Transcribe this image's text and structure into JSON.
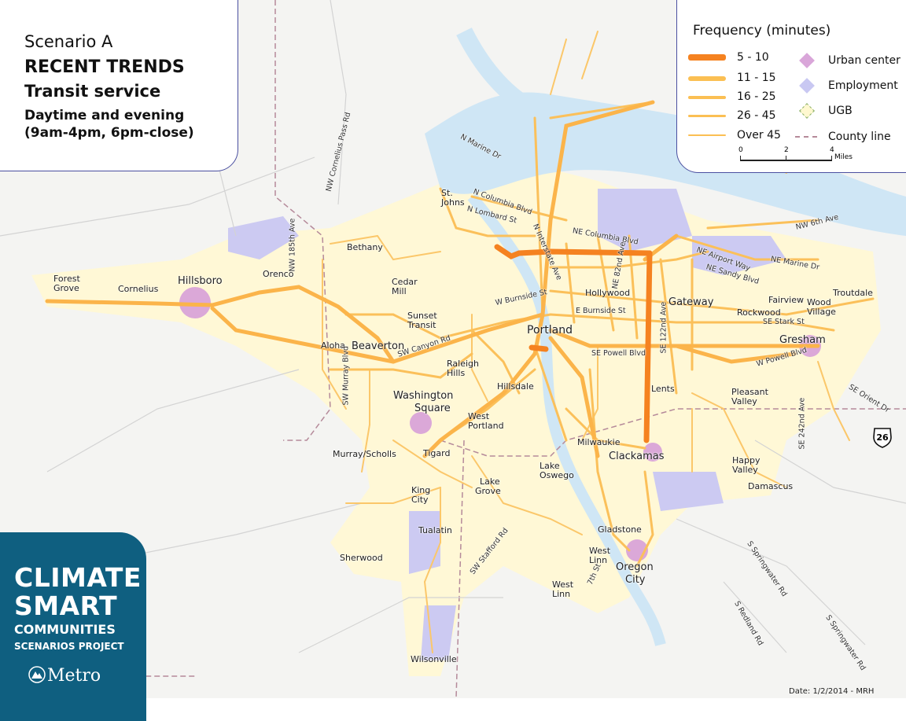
{
  "title": {
    "scenario": "Scenario A",
    "trends": "RECENT TRENDS",
    "service": "Transit service",
    "period_line1": "Daytime and evening",
    "period_line2": "(9am-4pm, 6pm-close)"
  },
  "legend": {
    "heading": "Frequency (minutes)",
    "freq": [
      "5 - 10",
      "11 - 15",
      "16 - 25",
      "26 - 45",
      "Over 45"
    ],
    "symbols": [
      "Urban center",
      "Employment",
      "UGB",
      "County line"
    ],
    "scale": [
      "0",
      "2",
      "4",
      "Miles"
    ]
  },
  "colors": {
    "freq_5_10": "#f58220",
    "freq_other": "#fbbf53",
    "urban_center": "#d9a6d9",
    "employment": "#c9c8f2",
    "ugb": "#fff8d0",
    "county_line": "#b58a9a",
    "water": "#cde6f5",
    "brand": "#0f5f80",
    "panel_border": "#4a4fa0"
  },
  "places": {
    "forest_grove_1": "Forest",
    "forest_grove_2": "Grove",
    "cornelius": "Cornelius",
    "hillsboro": "Hillsboro",
    "orenco": "Orenco",
    "bethany": "Bethany",
    "cedar_1": "Cedar",
    "cedar_2": "Mill",
    "sunset_1": "Sunset",
    "sunset_2": "Transit",
    "aloha": "Aloha",
    "beaverton": "Beaverton",
    "raleigh_1": "Raleigh",
    "raleigh_2": "Hills",
    "hillsdale": "Hillsdale",
    "washsq_1": "Washington",
    "washsq_2": "Square",
    "westportland_1": "West",
    "westportland_2": "Portland",
    "murray_scholls": "Murray/Scholls",
    "tigard": "Tigard",
    "lakegrove_1": "Lake",
    "lakegrove_2": "Grove",
    "lakeoswego_1": "Lake",
    "lakeoswego_2": "Oswego",
    "kingcity_1": "King",
    "kingcity_2": "City",
    "tualatin": "Tualatin",
    "sherwood": "Sherwood",
    "wilsonville": "Wilsonville",
    "stjohns_1": "St.",
    "stjohns_2": "Johns",
    "portland": "Portland",
    "hollywood": "Hollywood",
    "gateway": "Gateway",
    "fairview": "Fairview",
    "woodvillage_1": "Wood",
    "woodvillage_2": "Village",
    "troutdale": "Troutdale",
    "rockwood": "Rockwood",
    "gresham": "Gresham",
    "lents": "Lents",
    "pleasant_1": "Pleasant",
    "pleasant_2": "Valley",
    "milwaukie": "Milwaukie",
    "clackamas": "Clackamas",
    "happy_1": "Happy",
    "happy_2": "Valley",
    "damascus": "Damascus",
    "gladstone": "Gladstone",
    "westlinn_a1": "West",
    "westlinn_a2": "Linn",
    "westlinn_b1": "West",
    "westlinn_b2": "Linn",
    "oregon_1": "Oregon",
    "oregon_2": "City"
  },
  "roads": {
    "cornelius_pass": "NW Cornelius Pass Rd",
    "marine": "N Marine Dr",
    "columbia": "N Columbia Blvd",
    "lombard": "N Lombard St",
    "interstate": "N Interstate Ave",
    "ne_columbia": "NE Columbia Blvd",
    "nw185": "NW 185th Ave",
    "airport": "NE Airport Way",
    "ne_marine": "NE Marine Dr",
    "sandy": "NE Sandy Blvd",
    "sixth": "NW 6th Ave",
    "ne82": "NE 82nd Ave",
    "burnside_w": "W Burnside St",
    "burnside_e": "E Burnside St",
    "stark": "SE Stark St",
    "canyon": "SW Canyon Rd",
    "powell": "SE Powell Blvd",
    "se122": "SE 122nd Ave",
    "w_powell": "W Powell Blvd",
    "orient": "SE Orient Dr",
    "murray": "SW Murray Blvd",
    "se242": "SE 242nd Ave",
    "stafford": "SW Stafford Rd",
    "seventh": "7th St",
    "springwater1": "S Springwater Rd",
    "springwater2": "S Springwater Rd",
    "redland": "S Redland Rd"
  },
  "shield": "26",
  "brand": {
    "line1": "CLIMATE",
    "line2": "SMART",
    "line3": "COMMUNITIES",
    "line4": "SCENARIOS PROJECT",
    "org": "Metro"
  },
  "date": "Date: 1/2/2014 - MRH"
}
